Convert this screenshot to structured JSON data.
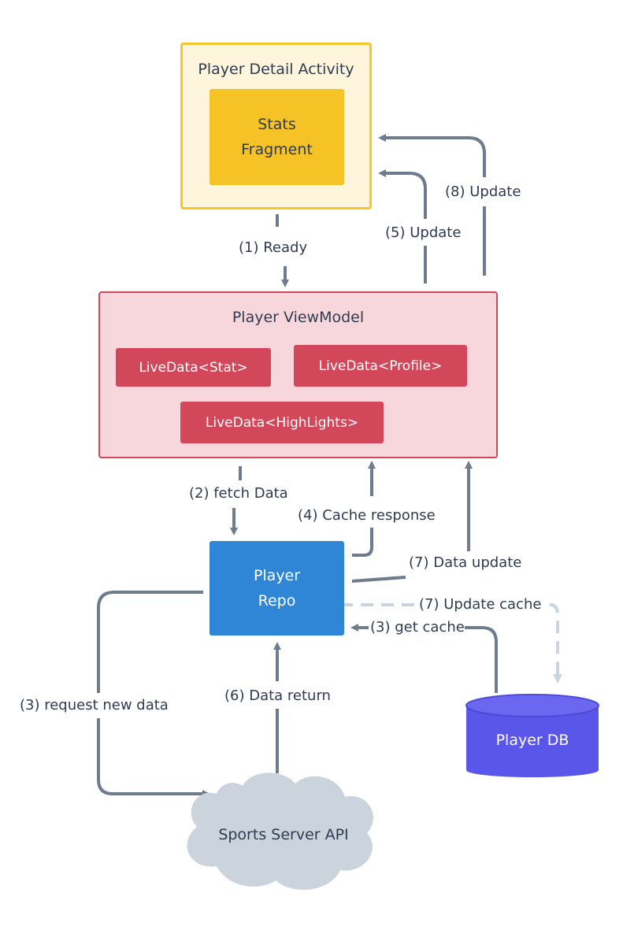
{
  "activity": {
    "title": "Player Detail Activity"
  },
  "fragment": {
    "line1": "Stats",
    "line2": "Fragment"
  },
  "viewmodel": {
    "title": "Player ViewModel",
    "livedata": [
      "LiveData<Stat>",
      "LiveData<Profile>",
      "LiveData<HighLights>"
    ]
  },
  "repo": {
    "line1": "Player",
    "line2": "Repo"
  },
  "db": {
    "label": "Player DB"
  },
  "api": {
    "label": "Sports Server API"
  },
  "edges": {
    "ready": "(1) Ready",
    "fetch": "(2) fetch Data",
    "request": "(3) request new data",
    "get_cache": "(3) get cache",
    "cache_response": "(4) Cache response",
    "update5": "(5) Update",
    "data_return": "(6) Data return",
    "data_update": "(7) Data update",
    "update_cache": "(7) Update cache",
    "update8": "(8) Update"
  },
  "colors": {
    "arrow": "#6f7c8e",
    "dashed_arrow": "#c9d4e0",
    "activity_fill": "#fdf6dc",
    "activity_border": "#f5c52a",
    "fragment_fill": "#f6c326",
    "viewmodel_fill": "#f7d7dc",
    "viewmodel_border": "#d2475a",
    "livedata_fill": "#d2475a",
    "repo_fill": "#2f86d6",
    "db_fill": "#5b56ea",
    "cloud_fill": "#cbd3dc"
  }
}
